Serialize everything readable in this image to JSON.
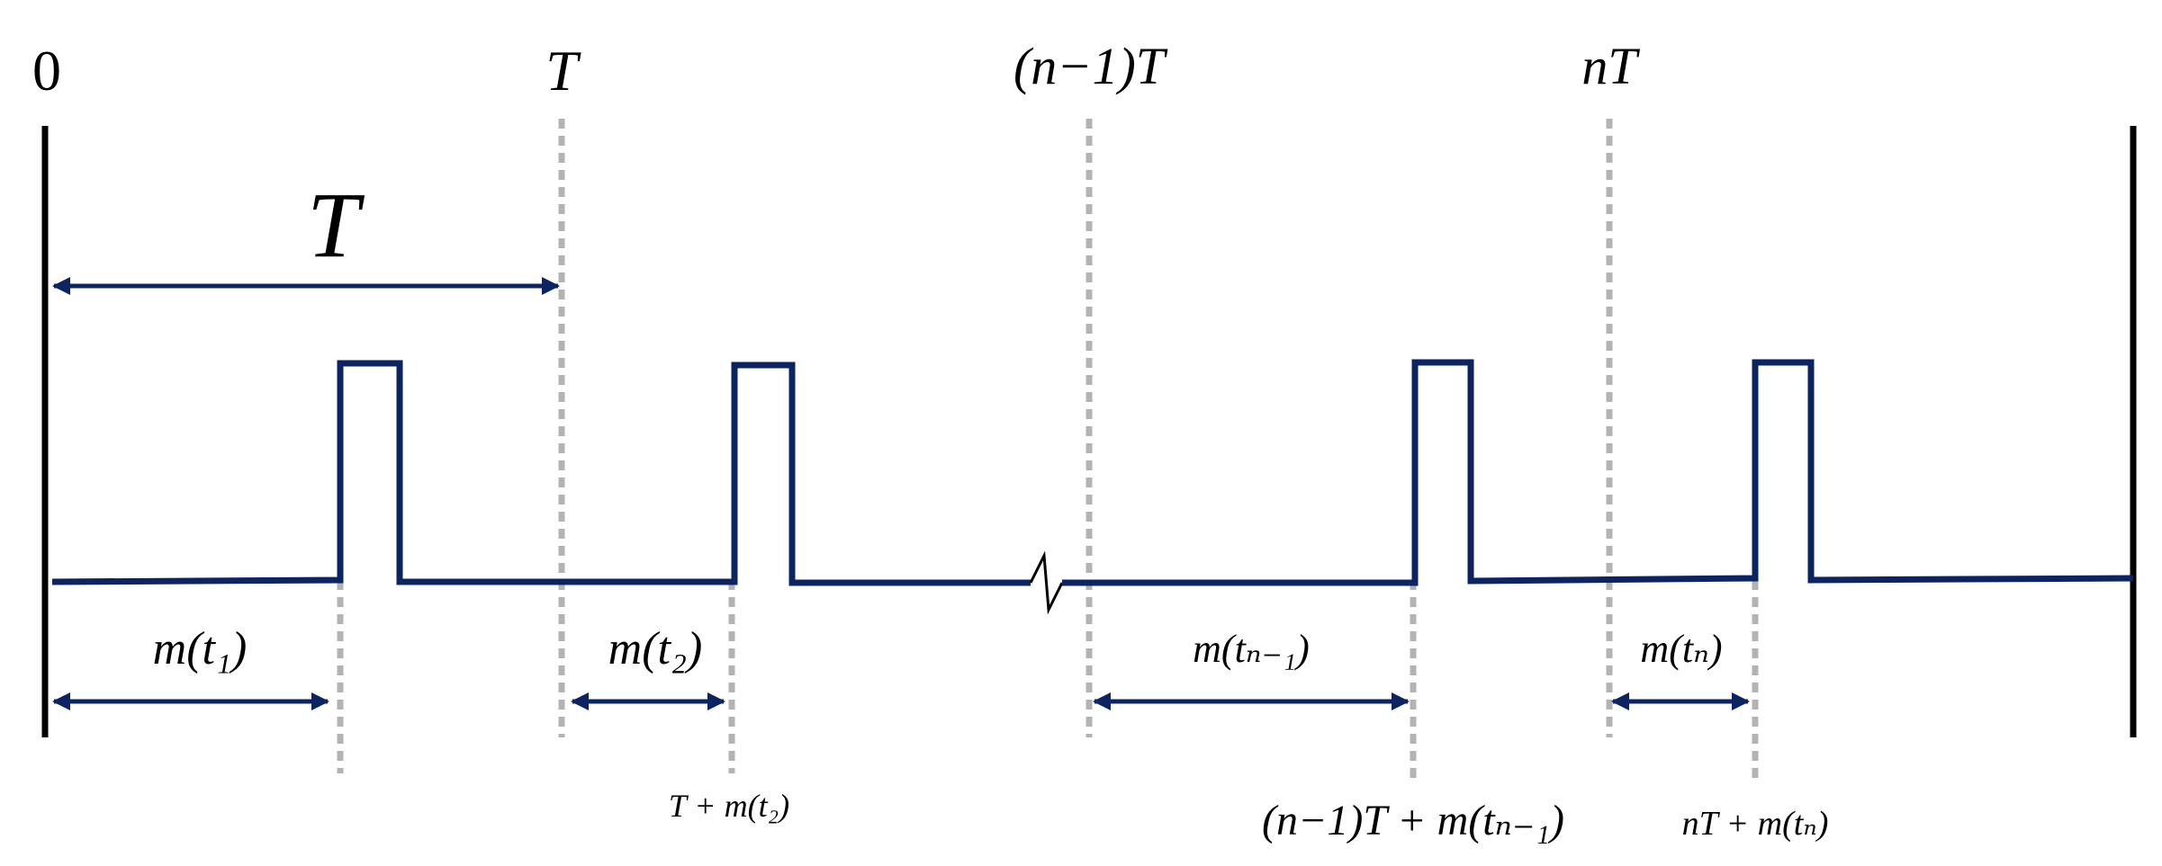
{
  "colors": {
    "pulse": "#0d2463",
    "boundary": "#000000",
    "guide": "#b3b3b3",
    "text": "#000000"
  },
  "top_labels": {
    "zero": "0",
    "T": "T",
    "n_minus_1_T": "(n−1)T",
    "nT": "nT"
  },
  "period": {
    "label": "T"
  },
  "intervals": [
    {
      "label": "m(t₁)"
    },
    {
      "label": "m(t₂)"
    },
    {
      "label": "m(tₙ₋₁)"
    },
    {
      "label": "m(tₙ)"
    }
  ],
  "bottom_labels": [
    {
      "label": "T + m(t₂)"
    },
    {
      "label": "(n−1)T + m(tₙ₋₁)"
    },
    {
      "label": "nT + m(tₙ)"
    }
  ],
  "break_marker": "axis-break-zigzag"
}
